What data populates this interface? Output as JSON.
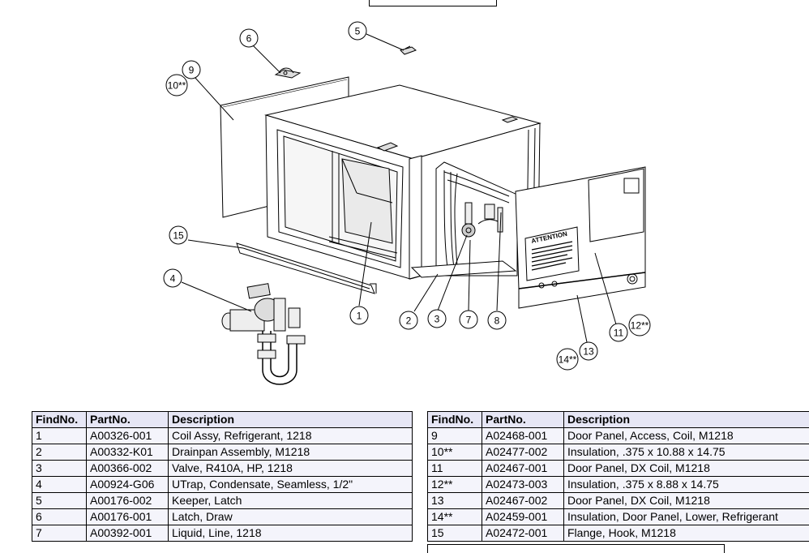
{
  "callouts": [
    {
      "id": "c1",
      "label": "1"
    },
    {
      "id": "c2",
      "label": "2"
    },
    {
      "id": "c3",
      "label": "3"
    },
    {
      "id": "c4",
      "label": "4"
    },
    {
      "id": "c5",
      "label": "5"
    },
    {
      "id": "c6",
      "label": "6"
    },
    {
      "id": "c7",
      "label": "7"
    },
    {
      "id": "c8",
      "label": "8"
    },
    {
      "id": "c9",
      "label": "9"
    },
    {
      "id": "c10",
      "label": "10**"
    },
    {
      "id": "c11",
      "label": "11"
    },
    {
      "id": "c12",
      "label": "12**"
    },
    {
      "id": "c13",
      "label": "13"
    },
    {
      "id": "c14",
      "label": "14**"
    },
    {
      "id": "c15",
      "label": "15"
    }
  ],
  "diagram_text": {
    "warning_label": "ATTENTION"
  },
  "table_headers": {
    "find_no": "FindNo.",
    "part_no": "PartNo.",
    "description": "Description"
  },
  "left_table": [
    {
      "find_no": "1",
      "part_no": "A00326-001",
      "description": "Coil Assy, Refrigerant, 1218"
    },
    {
      "find_no": "2",
      "part_no": "A00332-K01",
      "description": "Drainpan Assembly, M1218"
    },
    {
      "find_no": "3",
      "part_no": "A00366-002",
      "description": "Valve, R410A, HP, 1218"
    },
    {
      "find_no": "4",
      "part_no": "A00924-G06",
      "description": "UTrap, Condensate, Seamless, 1/2\""
    },
    {
      "find_no": "5",
      "part_no": "A00176-002",
      "description": "Keeper, Latch"
    },
    {
      "find_no": "6",
      "part_no": "A00176-001",
      "description": "Latch, Draw"
    },
    {
      "find_no": "7",
      "part_no": "A00392-001",
      "description": "Liquid, Line, 1218"
    }
  ],
  "right_table": [
    {
      "find_no": "9",
      "part_no": "A02468-001",
      "description": "Door Panel, Access, Coil, M1218"
    },
    {
      "find_no": "10**",
      "part_no": "A02477-002",
      "description": "Insulation, .375 x 10.88 x 14.75"
    },
    {
      "find_no": "11",
      "part_no": "A02467-001",
      "description": "Door Panel, DX Coil, M1218"
    },
    {
      "find_no": "12**",
      "part_no": "A02473-003",
      "description": "Insulation, .375 x 8.88 x 14.75"
    },
    {
      "find_no": "13",
      "part_no": "A02467-002",
      "description": "Door Panel, DX Coil, M1218"
    },
    {
      "find_no": "14**",
      "part_no": "A02459-001",
      "description": "Insulation, Door Panel, Lower, Refrigerant"
    },
    {
      "find_no": "15",
      "part_no": "A02472-001",
      "description": "Flange, Hook, M1218"
    }
  ],
  "colors": {
    "header_fill": "#e6e6f5",
    "row_fill": "#f4f4fb",
    "line": "#000000"
  }
}
